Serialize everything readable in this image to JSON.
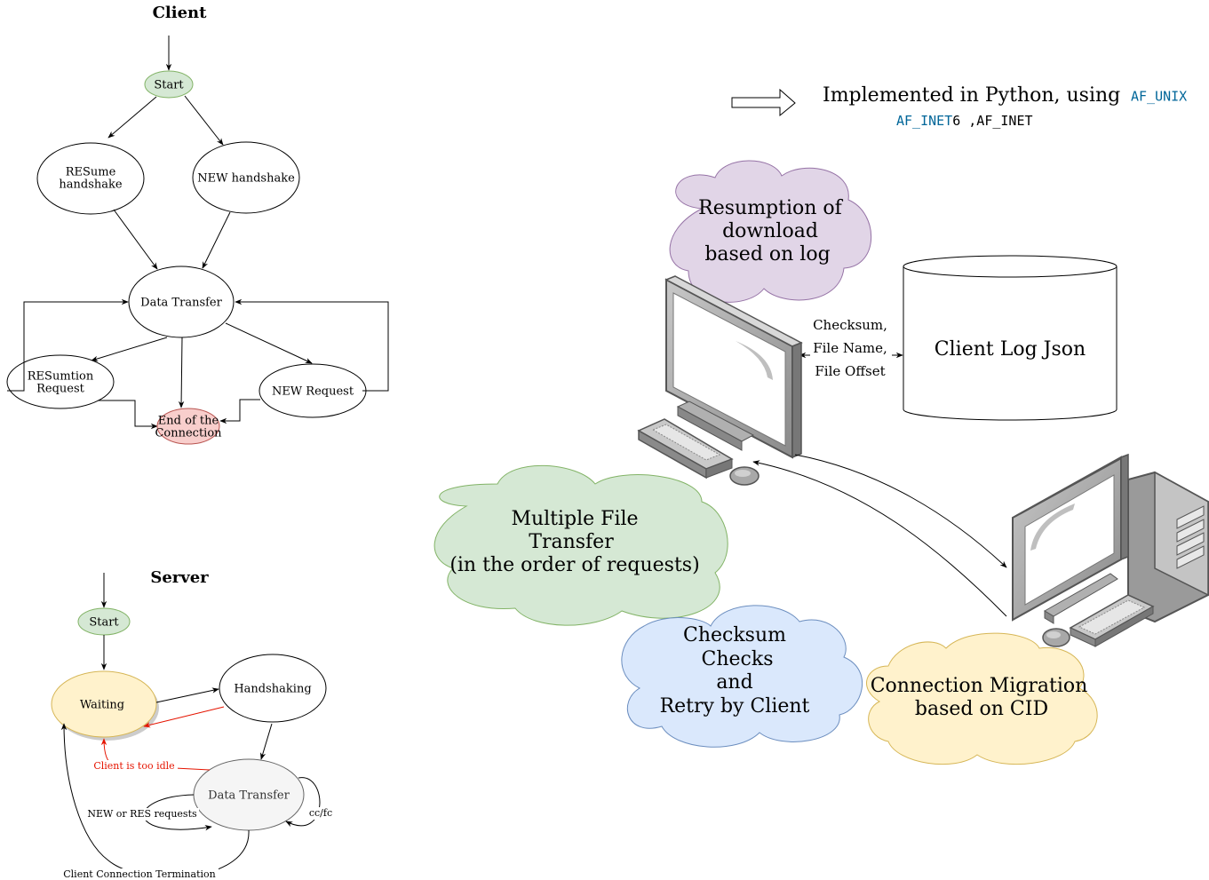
{
  "client": {
    "title": "Client",
    "start": "Start",
    "resume_handshake": [
      "RESume",
      "handshake"
    ],
    "new_handshake": "NEW handshake",
    "data_transfer": "Data Transfer",
    "resumption_request": [
      "RESumtion",
      "Request"
    ],
    "new_request": "NEW Request",
    "end_connection": [
      "End of the",
      "Connection"
    ]
  },
  "server": {
    "title": "Server",
    "start": "Start",
    "waiting": "Waiting",
    "handshaking": "Handshaking",
    "data_transfer": "Data Transfer",
    "client_idle": "Client is too idle",
    "new_res_requests": "NEW or RES requests",
    "cc_fc": "cc/fc",
    "termination": "Client Connection Termination"
  },
  "implementation": {
    "text": "Implemented in Python, using",
    "af_unix": "AF_UNIX",
    "af_inet6_a": "AF_INET",
    "af_inet6_b": "6",
    "af_inet": " ,AF_INET"
  },
  "clouds": {
    "resumption": [
      "Resumption of",
      "download",
      "based on log"
    ],
    "multiple": [
      "Multiple File",
      "Transfer",
      "(in the order of requests)"
    ],
    "checksum": [
      "Checksum",
      "Checks",
      "and",
      "Retry by Client"
    ],
    "migration": [
      "Connection Migration",
      "based on CID"
    ]
  },
  "log_link": [
    "Checksum,",
    "File Name,",
    "File Offset"
  ],
  "client_log": "Client Log Json",
  "colors": {
    "start_fill": "#d5e8d4",
    "start_stroke": "#82b366",
    "end_fill": "#f8cecc",
    "end_stroke": "#b85450",
    "waiting_fill": "#fff2cc",
    "waiting_stroke": "#d6b656",
    "gray_fill": "#f5f5f5",
    "purple_fill": "#e1d5e7",
    "purple_stroke": "#9673a6",
    "blue_fill": "#dae8fc",
    "blue_stroke": "#6c8ebf",
    "mono_blue": "#006699",
    "idle_red": "#e51400"
  },
  "icons": [
    "desktop-monitor-icon",
    "desktop-tower-icon",
    "keyboard-icon",
    "mouse-icon"
  ]
}
